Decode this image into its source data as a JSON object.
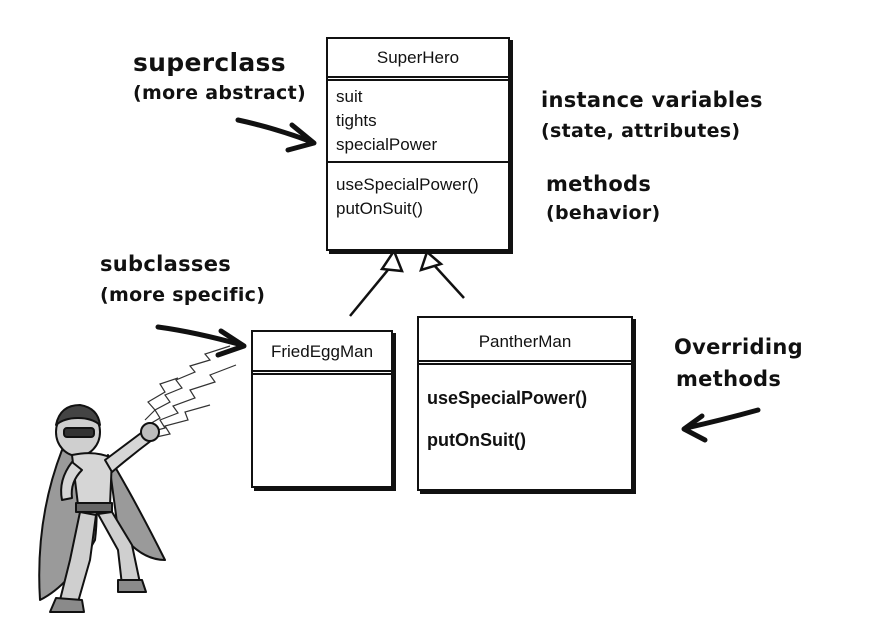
{
  "superclass": {
    "name": "SuperHero",
    "attributes": [
      "suit",
      "tights",
      "specialPower"
    ],
    "methods": [
      "useSpecialPower()",
      "putOnSuit()"
    ]
  },
  "subclass_left": {
    "name": "FriedEggMan"
  },
  "subclass_right": {
    "name": "PantherMan",
    "methods": [
      "useSpecialPower()",
      "putOnSuit()"
    ]
  },
  "annotations": {
    "superclass_title": "superclass",
    "superclass_note": "(more abstract)",
    "instance_vars_title": "instance variables",
    "instance_vars_note": "(state, attributes)",
    "methods_title": "methods",
    "methods_note": "(behavior)",
    "subclasses_title": "subclasses",
    "subclasses_note": "(more specific)",
    "overriding_line1": "Overriding",
    "overriding_line2": "methods"
  },
  "icons": {
    "hero_illustration": "superhero-cartoon-icon",
    "arrows": "hand-drawn-arrow-icon"
  }
}
